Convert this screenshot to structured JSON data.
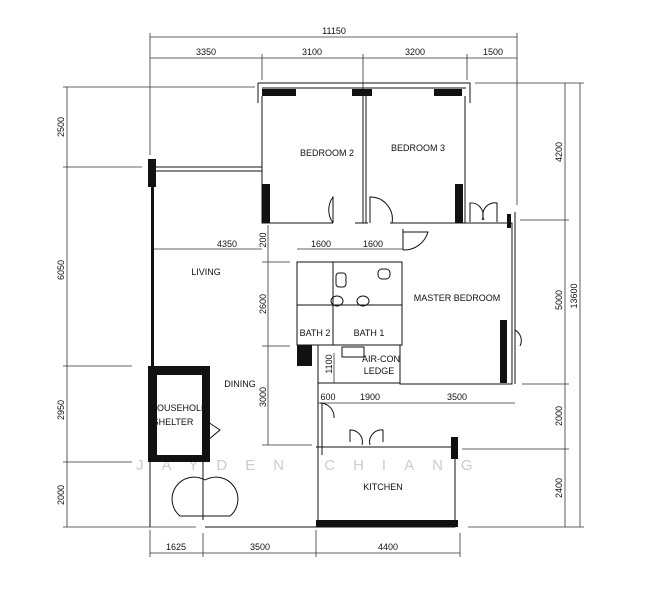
{
  "watermark": "JAYDEN CHIANG",
  "rooms": {
    "bedroom2": "BEDROOM 2",
    "bedroom3": "BEDROOM 3",
    "living": "LIVING",
    "master": "MASTER BEDROOM",
    "bath2": "BATH 2",
    "bath1": "BATH 1",
    "aircon1": "AIR-CON",
    "aircon2": "LEDGE",
    "dining": "DINING",
    "shelter1": "HOUSEHOLD",
    "shelter2": "SHELTER",
    "kitchen": "KITCHEN"
  },
  "dims": {
    "top_total": "11150",
    "top": [
      "3350",
      "3100",
      "3200",
      "1500"
    ],
    "left": [
      "2500",
      "6050",
      "2950",
      "2000"
    ],
    "right": [
      "4200",
      "5000",
      "2000",
      "2400"
    ],
    "right_total": "13600",
    "bottom": [
      "1625",
      "3500",
      "4400"
    ],
    "inner": {
      "d4350": "4350",
      "d200": "200",
      "d1600a": "1600",
      "d1600b": "1600",
      "d2600": "2600",
      "d3000": "3000",
      "d1100": "1100",
      "d600": "600",
      "d1900": "1900",
      "d3500": "3500"
    }
  }
}
